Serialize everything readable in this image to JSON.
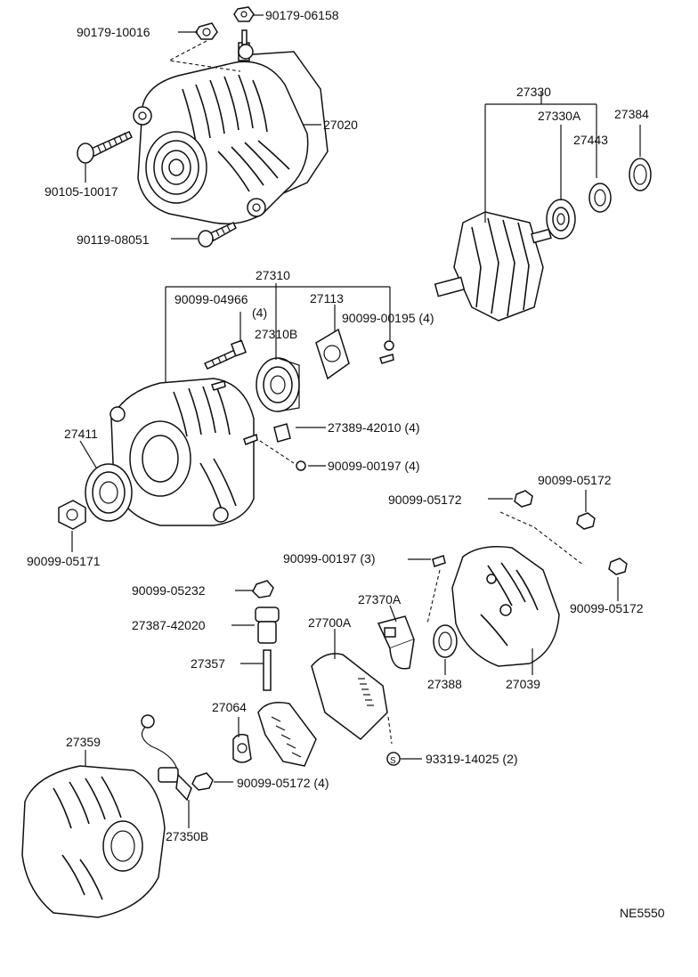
{
  "diagram": {
    "code": "NE5550",
    "labels": {
      "p90179_10016": "90179-10016",
      "p90179_06158": "90179-06158",
      "p27020": "27020",
      "p90105_10017": "90105-10017",
      "p90119_08051": "90119-08051",
      "p27330": "27330",
      "p27330A": "27330A",
      "p27384": "27384",
      "p27443": "27443",
      "p27310": "27310",
      "p90099_04966": "90099-04966",
      "p90099_04966_qty": "(4)",
      "p27113": "27113",
      "p90099_00195": "90099-00195 (4)",
      "p27310B": "27310B",
      "p27389_42010": "27389-42010 (4)",
      "p27411": "27411",
      "p90099_00197a": "90099-00197 (4)",
      "p90099_05171": "90099-05171",
      "p90099_05172a": "90099-05172",
      "p90099_05172b": "90099-05172",
      "p90099_05172c": "90099-05172",
      "p90099_00197b": "90099-00197 (3)",
      "p90099_05232": "90099-05232",
      "p27370A": "27370A",
      "p27387_42020": "27387-42020",
      "p27700A": "27700A",
      "p27357": "27357",
      "p27388": "27388",
      "p27039": "27039",
      "p27064": "27064",
      "p27359": "27359",
      "p93319_14025": "93319-14025 (2)",
      "p90099_05172d": "90099-05172 (4)",
      "p27350B": "27350B",
      "s_mark": "S"
    }
  }
}
